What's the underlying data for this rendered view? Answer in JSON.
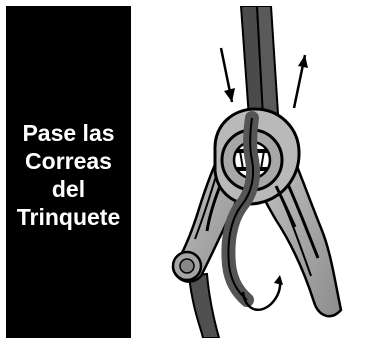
{
  "panel": {
    "lines": [
      "Pase las",
      "Correas",
      "del",
      "Trinquete"
    ]
  },
  "diagram": {
    "subject": "ratchet-strap-threading",
    "colors": {
      "metal": "#a9a9a9",
      "metal_dark": "#6f6f6f",
      "strap": "#4b4b4b",
      "outline": "#000000",
      "background": "#ffffff"
    }
  }
}
